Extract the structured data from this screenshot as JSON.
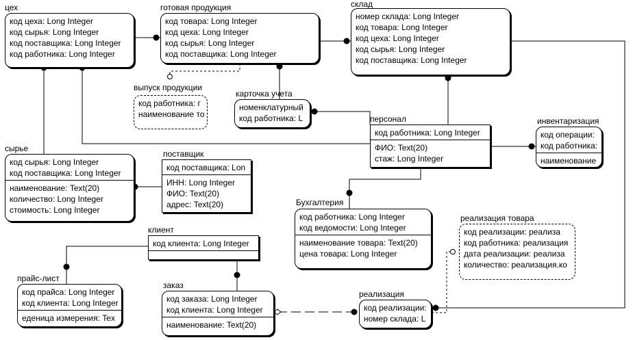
{
  "entities": {
    "tseh": {
      "title": "цех",
      "key": [
        "код цеха: Long Integer",
        "код сырья: Long Integer",
        "код поставщика: Long Integer",
        "код работника: Long Integer"
      ],
      "attrs": []
    },
    "gotovaya": {
      "title": "готовая продукция",
      "key": [
        "код товара: Long Integer",
        "код цеха: Long Integer",
        "код сырья: Long Integer",
        "код поставщика: Long Integer"
      ],
      "attrs": []
    },
    "sklad": {
      "title": "склад",
      "key": [
        "номер склада: Long Integer",
        "код товара: Long Integer",
        "код цеха: Long Integer",
        "код сырья: Long Integer",
        "код поставщика: Long Integer"
      ],
      "attrs": []
    },
    "vypusk": {
      "title": "выпуск продукции",
      "key": [
        "код работника: г",
        "наименование то"
      ],
      "attrs": []
    },
    "kartochka": {
      "title": "карточка учета",
      "key": [
        "номенклатурный",
        "код работника: L"
      ],
      "attrs": []
    },
    "personal": {
      "title": "персонал",
      "key": [
        "код работника: Long Integer"
      ],
      "attrs": [
        "ФИО: Text(20)",
        "стаж: Long Integer"
      ]
    },
    "inventar": {
      "title": "инвентаризация",
      "key": [
        "код операции:",
        "код работника:"
      ],
      "attrs": [
        "наименование"
      ]
    },
    "syrye": {
      "title": "сырье",
      "key": [
        "код сырья: Long Integer",
        "код поставщика: Long Integer"
      ],
      "attrs": [
        "наименование: Text(20)",
        "количество: Long Integer",
        "стоимость: Long Integer"
      ]
    },
    "postavshik": {
      "title": "поставщик",
      "key": [
        "код поставщика: Lon"
      ],
      "attrs": [
        "ИНН: Long Integer",
        "ФИО: Text(20)",
        "адрес: Text(20)"
      ]
    },
    "buhgalteria": {
      "title": "Бухгалтерия",
      "key": [
        "код работника: Long Integer",
        "код ведомости: Long Integer"
      ],
      "attrs": [
        "наименование товара: Text(20)",
        "цена товара: Long Integer"
      ]
    },
    "klient": {
      "title": "клиент",
      "key": [
        "код клиента: Long Integer"
      ],
      "attrs": []
    },
    "realiz_tov": {
      "title": "реализация товара",
      "key": [
        "код реализации: реализа",
        "код работника: реализация",
        "дата реализации: реализа",
        "количество: реализация.ко"
      ],
      "attrs": []
    },
    "prais": {
      "title": "прайс-лист",
      "key": [
        "код прайса: Long Integer",
        "код клиента: Long Integer"
      ],
      "attrs": [
        "еденица измерения: Tex"
      ]
    },
    "zakaz": {
      "title": "заказ",
      "key": [
        "код заказа: Long Integer",
        "код клиента: Long Integer"
      ],
      "attrs": [
        "наименование: Text(20)"
      ]
    },
    "realizaciya": {
      "title": "реализация",
      "key": [
        "код реализации:",
        "номер склада: L"
      ],
      "attrs": []
    }
  }
}
